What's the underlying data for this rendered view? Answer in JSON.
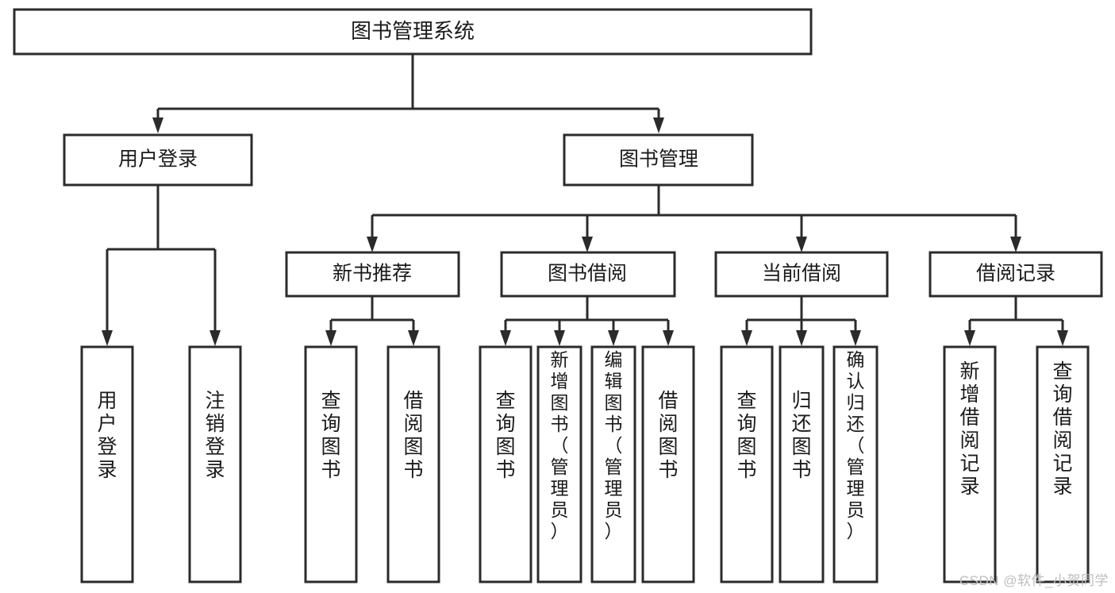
{
  "diagram": {
    "title": "图书管理系统",
    "type": "tree",
    "watermark": "CSDN @软件_小贺同学",
    "colors": {
      "background": "#ffffff",
      "stroke": "#2b2b2b",
      "node_fill": "#ffffff",
      "text": "#1a1a1a",
      "watermark": "#bdbdbd"
    },
    "levels": {
      "root": "level-1",
      "modules": "level-2",
      "submodules": "level-3",
      "functions": "level-4"
    },
    "nodes": {
      "root": {
        "id": "root",
        "label": "图书管理系统",
        "orientation": "horizontal"
      },
      "level2": [
        {
          "id": "user-login",
          "label": "用户登录",
          "orientation": "horizontal"
        },
        {
          "id": "book-management",
          "label": "图书管理",
          "orientation": "horizontal"
        }
      ],
      "level3": [
        {
          "id": "new-book-recommend",
          "label": "新书推荐",
          "orientation": "horizontal",
          "parent": "book-management"
        },
        {
          "id": "book-borrow",
          "label": "图书借阅",
          "orientation": "horizontal",
          "parent": "book-management"
        },
        {
          "id": "current-borrow",
          "label": "当前借阅",
          "orientation": "horizontal",
          "parent": "book-management"
        },
        {
          "id": "borrow-record",
          "label": "借阅记录",
          "orientation": "horizontal",
          "parent": "book-management"
        }
      ],
      "leaves": [
        {
          "id": "leaf-user-login",
          "label": "用户登录",
          "orientation": "vertical",
          "parent": "user-login"
        },
        {
          "id": "leaf-user-logout",
          "label": "注销登录",
          "orientation": "vertical",
          "parent": "user-login"
        },
        {
          "id": "leaf-query-book-1",
          "label": "查询图书",
          "orientation": "vertical",
          "parent": "new-book-recommend"
        },
        {
          "id": "leaf-borrow-book-1",
          "label": "借阅图书",
          "orientation": "vertical",
          "parent": "new-book-recommend"
        },
        {
          "id": "leaf-query-book-2",
          "label": "查询图书",
          "orientation": "vertical",
          "parent": "book-borrow"
        },
        {
          "id": "leaf-add-book",
          "label": "新增图书（管理员）",
          "orientation": "vertical",
          "parent": "book-borrow"
        },
        {
          "id": "leaf-edit-book",
          "label": "编辑图书（管理员）",
          "orientation": "vertical",
          "parent": "book-borrow"
        },
        {
          "id": "leaf-borrow-book-2",
          "label": "借阅图书",
          "orientation": "vertical",
          "parent": "book-borrow"
        },
        {
          "id": "leaf-query-book-3",
          "label": "查询图书",
          "orientation": "vertical",
          "parent": "current-borrow"
        },
        {
          "id": "leaf-return-book",
          "label": "归还图书",
          "orientation": "vertical",
          "parent": "current-borrow"
        },
        {
          "id": "leaf-confirm-return",
          "label": "确认归还（管理员）",
          "orientation": "vertical",
          "parent": "current-borrow"
        },
        {
          "id": "leaf-add-record",
          "label": "新增借阅记录",
          "orientation": "vertical",
          "parent": "borrow-record"
        },
        {
          "id": "leaf-query-record",
          "label": "查询借阅记录",
          "orientation": "vertical",
          "parent": "borrow-record"
        }
      ]
    }
  }
}
